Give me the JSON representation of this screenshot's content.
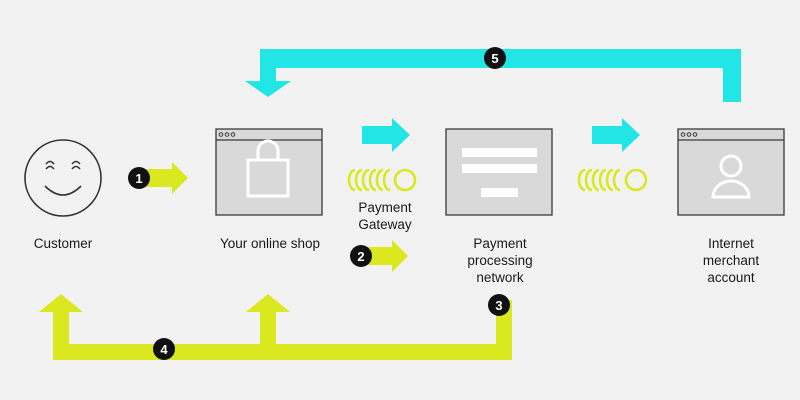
{
  "colors": {
    "background": "#f2f2f2",
    "cyan": "#22e6e6",
    "lime": "#d9e81f",
    "window_fill": "#d9d9d9",
    "window_border": "#3a3a3a",
    "badge": "#111111"
  },
  "labels": {
    "customer": "Customer",
    "shop": "Your online shop",
    "gateway": "Payment\nGateway",
    "network": "Payment\nprocessing\nnetwork",
    "merchant": "Internet\nmerchant\naccount"
  },
  "steps": [
    "1",
    "2",
    "3",
    "4",
    "5"
  ],
  "icons": {
    "customer": "smiley-face-icon",
    "shop": "shopping-bag-icon",
    "network": "document-lines-icon",
    "merchant": "user-avatar-icon"
  }
}
